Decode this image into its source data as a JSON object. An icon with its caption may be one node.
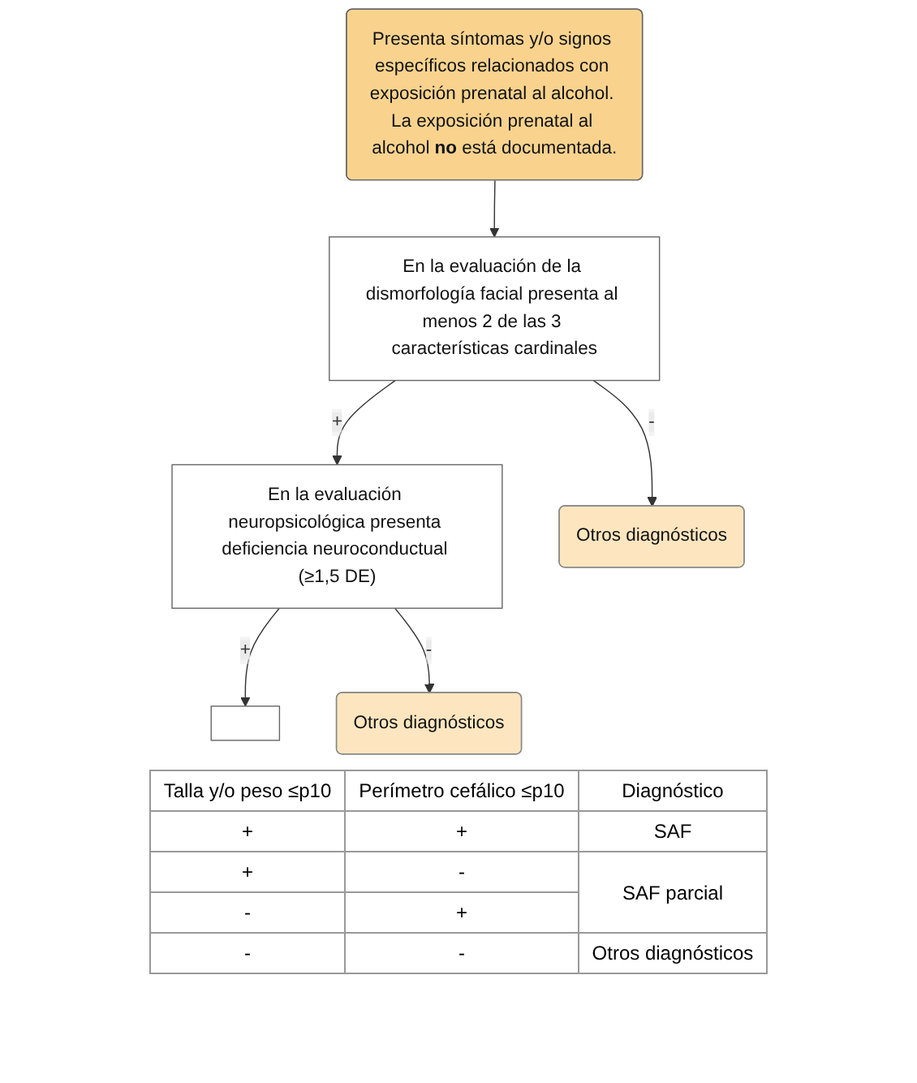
{
  "diagram": {
    "nodes": [
      {
        "text": [
          "Presenta síntomas y/o signos específicos relacionados con exposición prenatal al alcohol. La exposición prenatal al alcohol **no** está documentada."
        ]
      },
      {
        "text": [
          "En la evaluación de la dismorfología facial presenta al menos 2 de las 3 características cardinales"
        ]
      },
      {
        "text": [
          "En la evaluación neuropsicológica presenta deficiencia neuroconductual (≥1,5 DE)"
        ]
      },
      {
        "text": [
          "Otros diagnósticos"
        ]
      },
      {
        "text": [],
        "shape": "box"
      },
      {
        "text": [
          "Otros diagnósticos"
        ]
      }
    ],
    "edges": [
      {
        "from": 0,
        "to": 1,
        "arrow": "to"
      },
      {
        "from": 1,
        "to": 2,
        "arrow": "to",
        "label": "+"
      },
      {
        "from": 1,
        "to": 3,
        "arrow": "to",
        "label": "-"
      },
      {
        "from": 2,
        "to": 4,
        "arrow": "to",
        "label": "+"
      },
      {
        "from": 2,
        "to": 5,
        "arrow": "to",
        "label": "-"
      }
    ],
    "labels": [
      "Talla y/o peso ≤p10",
      "Perímetro cefálico ≤p10",
      "Diagnóstico",
      "+",
      "+",
      "SAF",
      "+",
      "-",
      "SAF parcial",
      "-",
      "+",
      "-",
      "-",
      "Otros diagnósticos"
    ]
  }
}
